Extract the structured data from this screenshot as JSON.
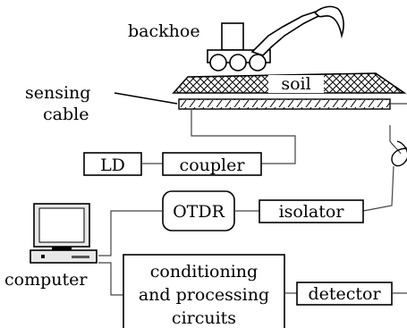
{
  "labels": {
    "backhoe": "backhoe",
    "soil": "soil",
    "sensing_line1": "sensing",
    "sensing_line2": "cable",
    "ld": "LD",
    "coupler": "coupler",
    "otdr": "OTDR",
    "isolator": "isolator",
    "computer": "computer",
    "conditioning_line1": "conditioning",
    "conditioning_line2": "and processing",
    "conditioning_line3": "circuits",
    "detector": "detector"
  }
}
